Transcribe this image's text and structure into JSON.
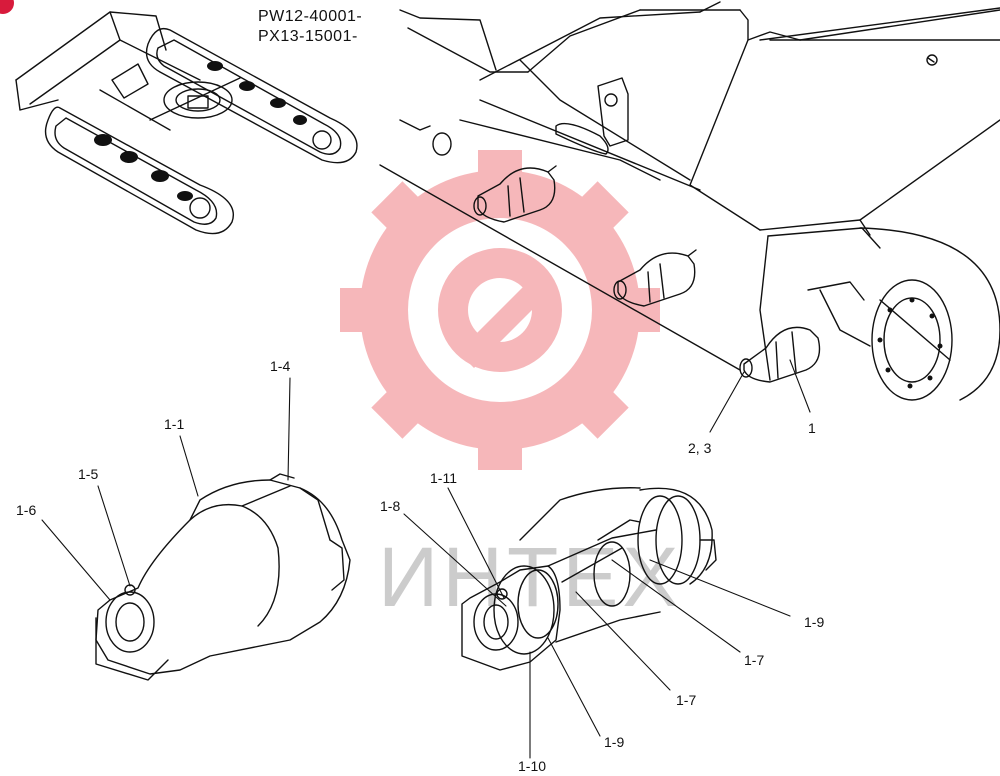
{
  "serials": [
    "PW12-40001-",
    "PX13-15001-"
  ],
  "labels": {
    "l_1": "1",
    "l_23": "2, 3",
    "l_1_1": "1-1",
    "l_1_4": "1-4",
    "l_1_5": "1-5",
    "l_1_6": "1-6",
    "l_1_7a": "1-7",
    "l_1_7b": "1-7",
    "l_1_8": "1-8",
    "l_1_9a": "1-9",
    "l_1_9b": "1-9",
    "l_1_10": "1-10",
    "l_1_11": "1-11"
  },
  "watermark": {
    "text": "ИНТЕХ",
    "color": "#f4a0a4",
    "text_color": "#c8c8c8"
  },
  "colors": {
    "line": "#111111",
    "accent": "#d81b3c"
  }
}
